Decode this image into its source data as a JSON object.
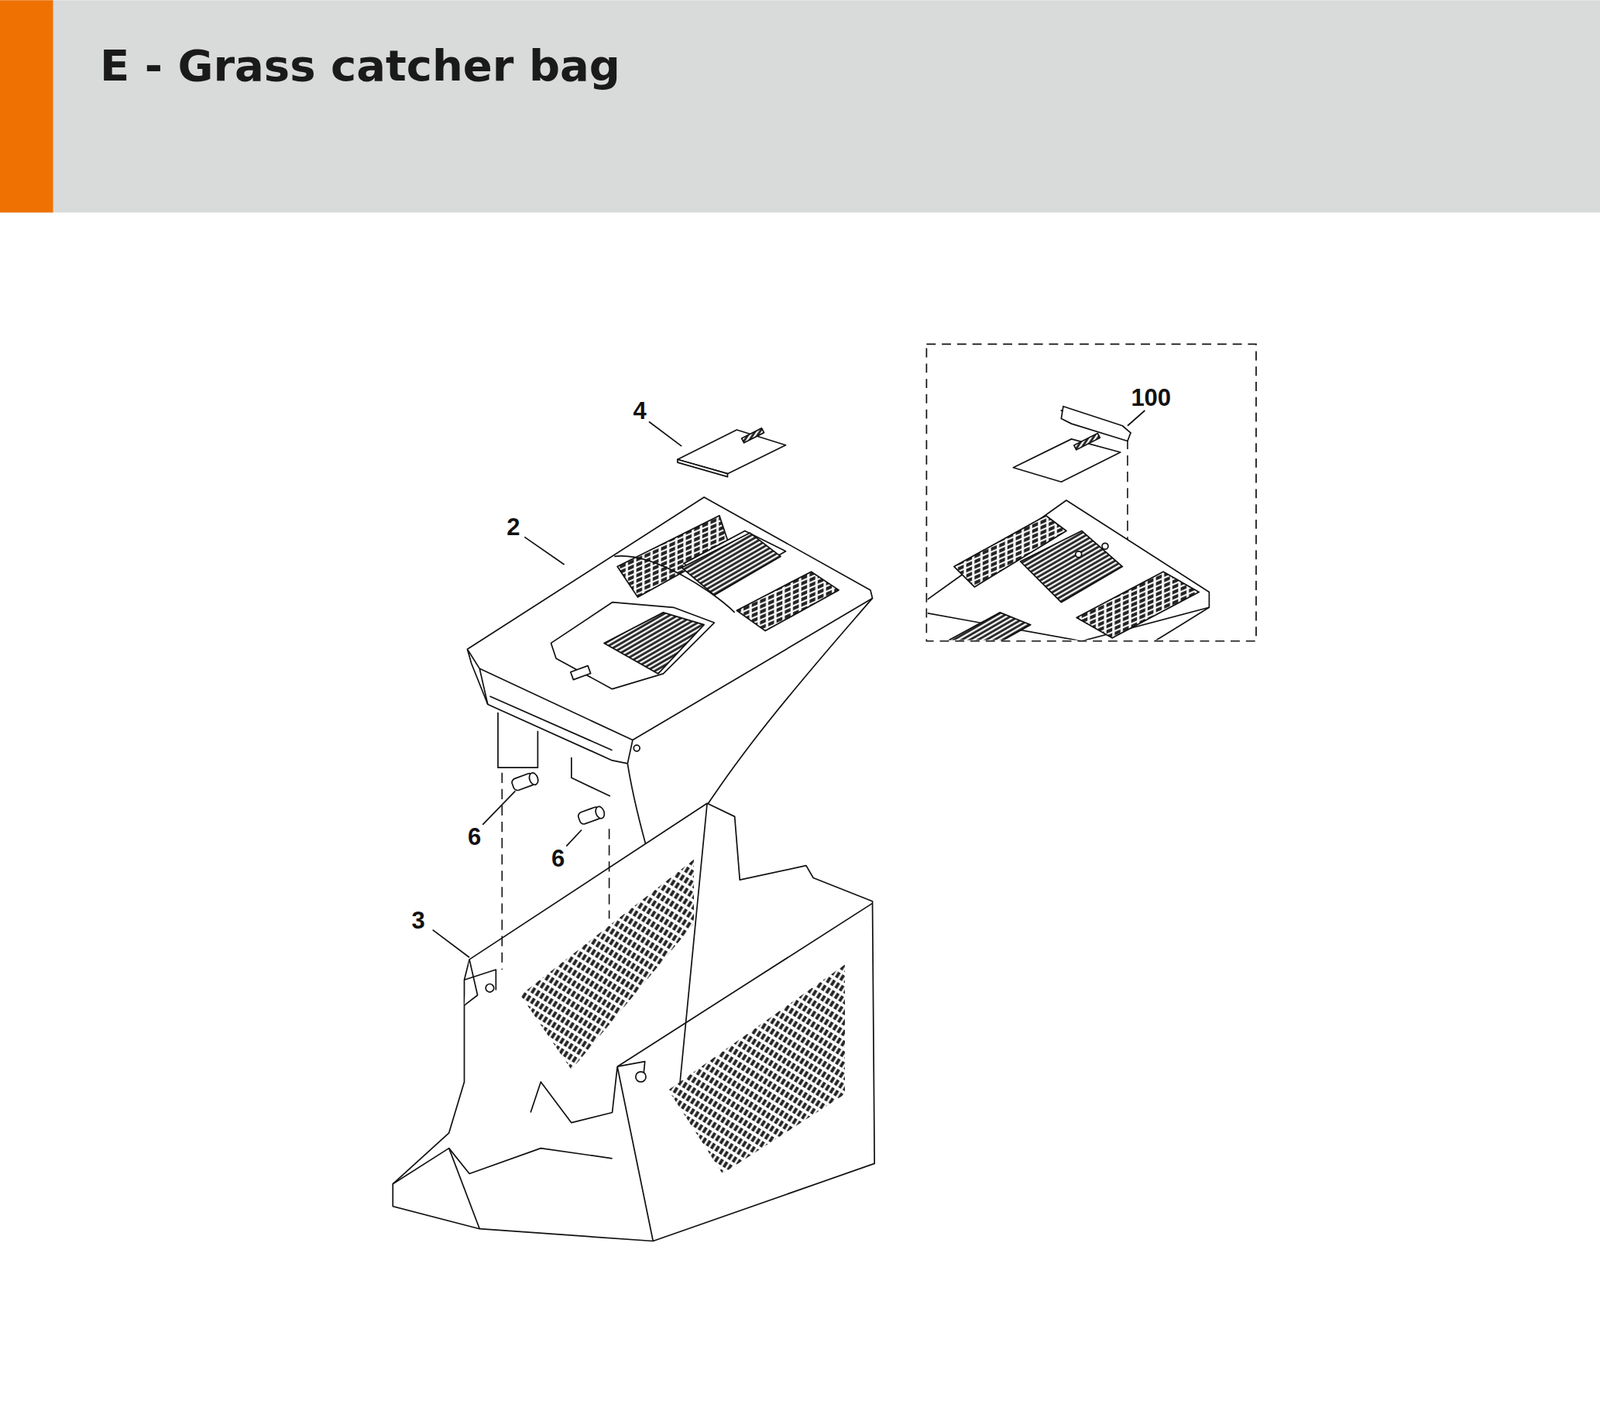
{
  "diagram": {
    "title": "E - Grass catcher bag",
    "labels": [
      "4",
      "2",
      "100",
      "6",
      "6",
      "3"
    ]
  }
}
